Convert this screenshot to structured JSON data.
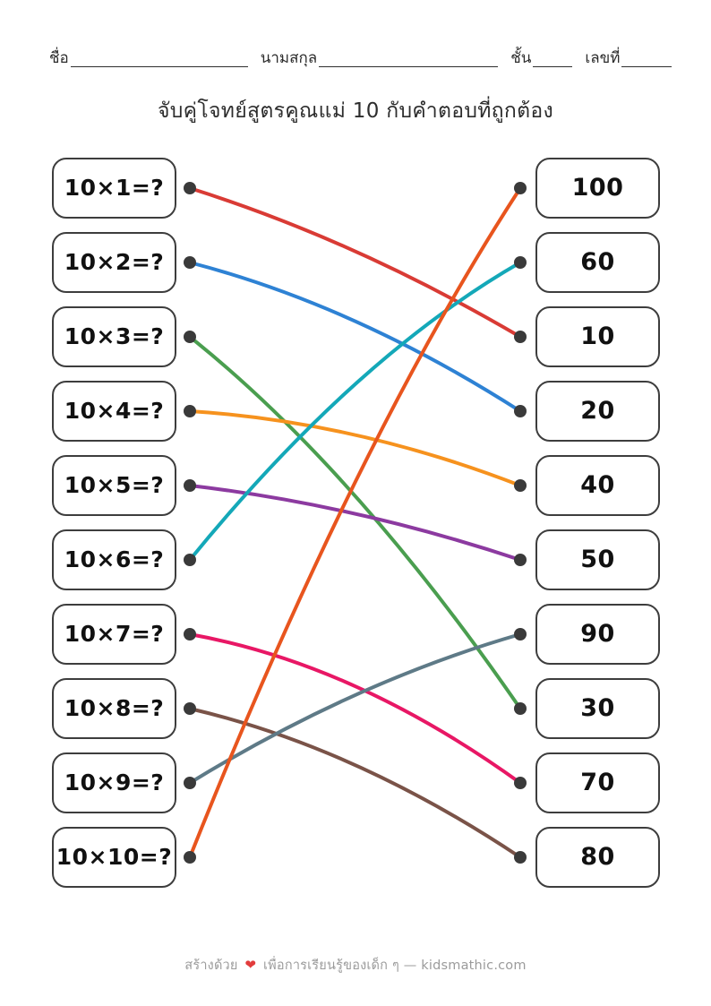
{
  "header": {
    "fields": [
      {
        "label": "ชื่อ"
      },
      {
        "label": "นามสกุล"
      },
      {
        "label": "ชั้น"
      },
      {
        "label": "เลขที่"
      }
    ]
  },
  "title": "จับคู่โจทย์สูตรคูณแม่ 10 กับคำตอบที่ถูกต้อง",
  "matching": {
    "left": [
      {
        "label": "10×1=?"
      },
      {
        "label": "10×2=?"
      },
      {
        "label": "10×3=?"
      },
      {
        "label": "10×4=?"
      },
      {
        "label": "10×5=?"
      },
      {
        "label": "10×6=?"
      },
      {
        "label": "10×7=?"
      },
      {
        "label": "10×8=?"
      },
      {
        "label": "10×9=?"
      },
      {
        "label": "10×10=?"
      }
    ],
    "right": [
      {
        "label": "100"
      },
      {
        "label": "60"
      },
      {
        "label": "10"
      },
      {
        "label": "20"
      },
      {
        "label": "40"
      },
      {
        "label": "50"
      },
      {
        "label": "90"
      },
      {
        "label": "30"
      },
      {
        "label": "70"
      },
      {
        "label": "80"
      }
    ],
    "dot_color": "#3a3a3a",
    "connections": [
      {
        "from": 0,
        "to": 2,
        "color": "#d93b35",
        "bow": 25
      },
      {
        "from": 1,
        "to": 3,
        "color": "#2e82d4",
        "bow": 35
      },
      {
        "from": 2,
        "to": 7,
        "color": "#4a9e4f",
        "bow": 60
      },
      {
        "from": 3,
        "to": 4,
        "color": "#f6921e",
        "bow": 30
      },
      {
        "from": 4,
        "to": 5,
        "color": "#8c3aa0",
        "bow": 20
      },
      {
        "from": 5,
        "to": 1,
        "color": "#14a8b8",
        "bow": 60
      },
      {
        "from": 6,
        "to": 8,
        "color": "#e81765",
        "bow": 50
      },
      {
        "from": 7,
        "to": 9,
        "color": "#7a5348",
        "bow": 40
      },
      {
        "from": 8,
        "to": 6,
        "color": "#5e7a87",
        "bow": 30
      },
      {
        "from": 9,
        "to": 0,
        "color": "#e8551e",
        "bow": 90
      }
    ]
  },
  "footer": {
    "prefix": "สร้างด้วย",
    "heart": "❤",
    "suffix": "เพื่อการเรียนรู้ของเด็ก ๆ — kidsmathic.com"
  }
}
